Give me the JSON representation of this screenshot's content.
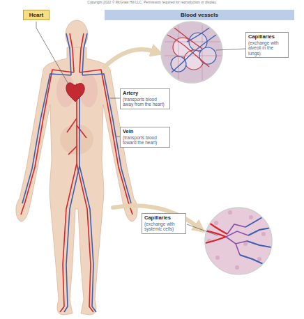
{
  "diagram": {
    "nodes": [
      {
        "text": [
          "Heart"
        ]
      },
      {
        "text": [
          "Blood vessels"
        ]
      },
      {
        "text": [
          "Capillaries",
          "(exchange with alveoli in the lungs)"
        ]
      },
      {
        "text": [
          "Artery",
          "(transports blood away from the heart)"
        ]
      },
      {
        "text": [
          "Vein",
          "(transports blood toward the heart)"
        ]
      },
      {
        "text": [
          "Capillaries",
          "(exchange with systemic cells)"
        ]
      }
    ],
    "labels": [
      "Copyright 2022 © McGraw Hill LLC. Permission required for reproduction or display."
    ]
  }
}
